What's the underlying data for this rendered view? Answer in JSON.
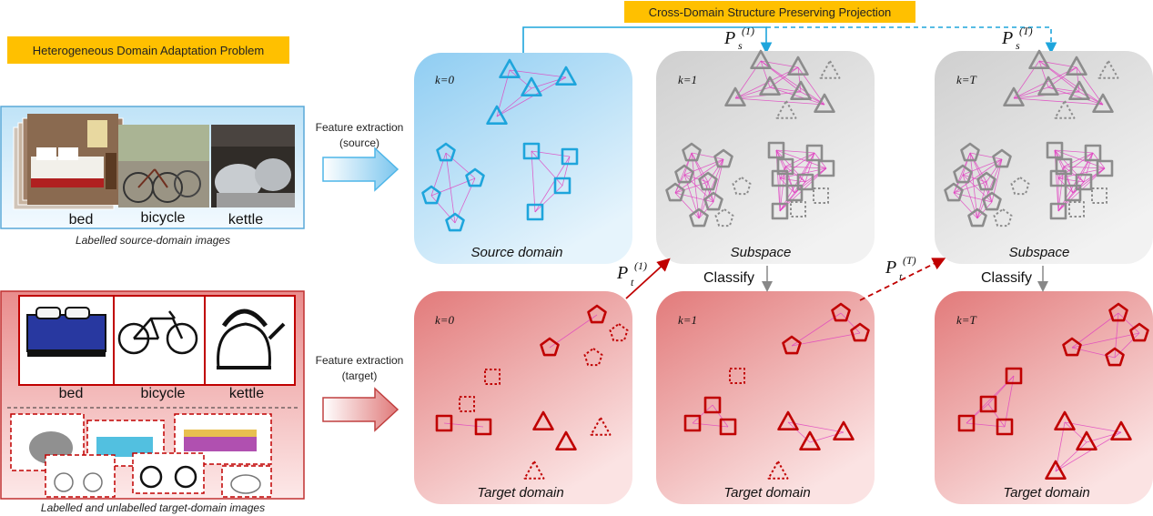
{
  "titles": {
    "problem": "Heterogeneous Domain Adaptation Problem",
    "projection": "Cross-Domain Structure Preserving Projection"
  },
  "source_images": {
    "caption": "Labelled source-domain images",
    "classes": [
      "bed",
      "bicycle",
      "kettle"
    ]
  },
  "target_images": {
    "caption": "Labelled and unlabelled target-domain images",
    "classes": [
      "bed",
      "bicycle",
      "kettle"
    ]
  },
  "arrows": {
    "feature_source": [
      "Feature extraction",
      "(source)"
    ],
    "feature_target": [
      "Feature extraction",
      "(target)"
    ],
    "classify": "Classify"
  },
  "projections": {
    "ps1": {
      "base": "P",
      "sub": "s",
      "sup": "(1)"
    },
    "psT": {
      "base": "P",
      "sub": "s",
      "sup": "(T)"
    },
    "pt1": {
      "base": "P",
      "sub": "t",
      "sup": "(1)"
    },
    "ptT": {
      "base": "P",
      "sub": "t",
      "sup": "(T)"
    }
  },
  "panels": {
    "source": {
      "k": "k=0",
      "title": "Source domain"
    },
    "sub1": {
      "k": "k=1",
      "title": "Subspace"
    },
    "subT": {
      "k": "k=T",
      "title": "Subspace"
    },
    "target0": {
      "k": "k=0",
      "title": "Target domain"
    },
    "target1": {
      "k": "k=1",
      "title": "Target domain"
    },
    "targetT": {
      "k": "k=T",
      "title": "Target domain"
    }
  },
  "colors": {
    "source_fill": "#a9d8f5",
    "source_shape": "#1ea5dc",
    "subspace_fill": "#d9d9d9",
    "subspace_shape": "#8c8c8c",
    "target_fill": "#e58c8c",
    "target_shape": "#c00000",
    "edge": "#e040c0",
    "title_bg": "#ffc000",
    "arrow_blue": "#4fb6e8",
    "arrow_red": "#c04040"
  }
}
